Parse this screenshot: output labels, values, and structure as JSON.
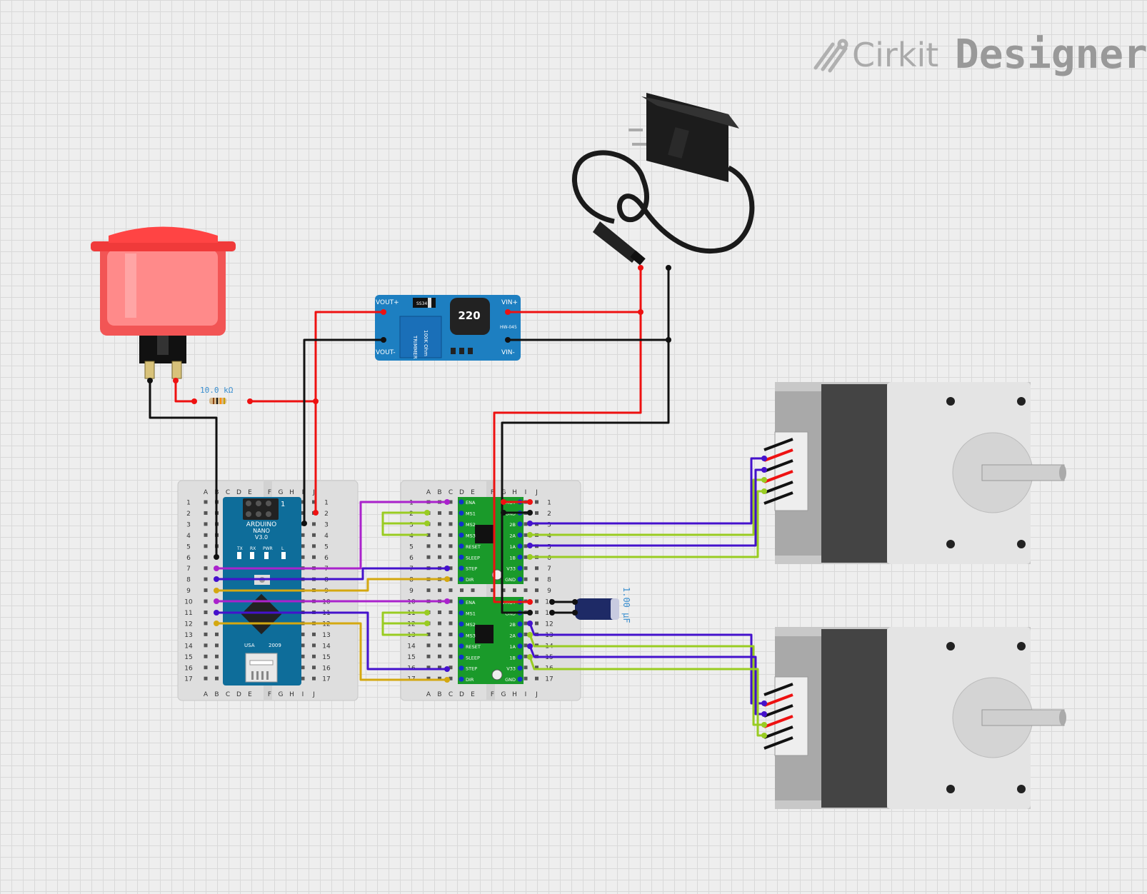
{
  "brand": {
    "name_part1": "Cirkit",
    "name_part2": "Designer"
  },
  "resistor": {
    "label": "10.0 kΩ"
  },
  "capacitor": {
    "label": "1.00 µF"
  },
  "boost_converter": {
    "vout_plus": "VOUT+",
    "vout_minus": "VOUT-",
    "vin_plus": "VIN+",
    "vin_minus": "VIN-",
    "inductor": "220",
    "diode": "SS34",
    "model": "HW-045",
    "trimmer_line1": "100K Ohm",
    "trimmer_line2": "TRIMMER"
  },
  "arduino": {
    "line1": "ARDUINO",
    "line2": "NANO",
    "line3": "V3.0",
    "usa": "USA",
    "year": "2009",
    "tx": "TX",
    "rx": "RX",
    "pwr": "PWR",
    "l": "L",
    "icsp_num": "1"
  },
  "breadboard": {
    "columns_left": [
      "A",
      "B",
      "C",
      "D",
      "E"
    ],
    "columns_right": [
      "F",
      "G",
      "H",
      "I",
      "J"
    ],
    "rows": [
      "1",
      "2",
      "3",
      "4",
      "5",
      "6",
      "7",
      "8",
      "9",
      "10",
      "11",
      "12",
      "13",
      "14",
      "15",
      "16",
      "17"
    ]
  },
  "driver": {
    "pins_left": [
      "ENA",
      "MS1",
      "MS2",
      "MS3",
      "RESET",
      "SLEEP",
      "STEP",
      "DIR"
    ],
    "pins_right": [
      "VMOT",
      "GND",
      "2B",
      "2A",
      "1A",
      "1B",
      "V33",
      "GND"
    ]
  },
  "wire_colors": {
    "red": "#ee1111",
    "black": "#111111",
    "purple": "#aa22cc",
    "indigo": "#4411cc",
    "yellow": "#d4a810",
    "green": "#99cc22"
  }
}
